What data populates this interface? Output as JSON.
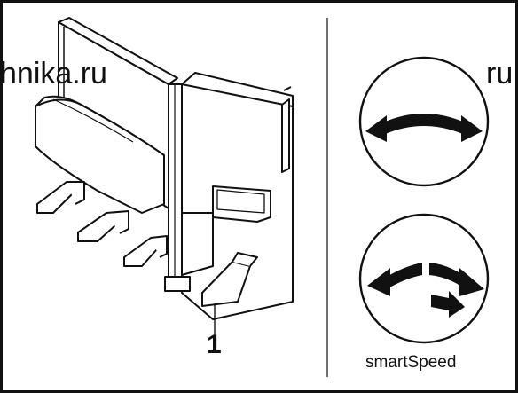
{
  "watermark": {
    "left_text": "hnika.ru",
    "right_text": "ru"
  },
  "left_panel": {
    "callout_number": "1"
  },
  "right_panel": {
    "top_dial_icon": "double-arrow-arc-icon",
    "bottom_dial_icon": "split-arrow-arc-icon",
    "caption": "smartSpeed"
  },
  "colors": {
    "line": "#111111",
    "background": "#ffffff"
  }
}
